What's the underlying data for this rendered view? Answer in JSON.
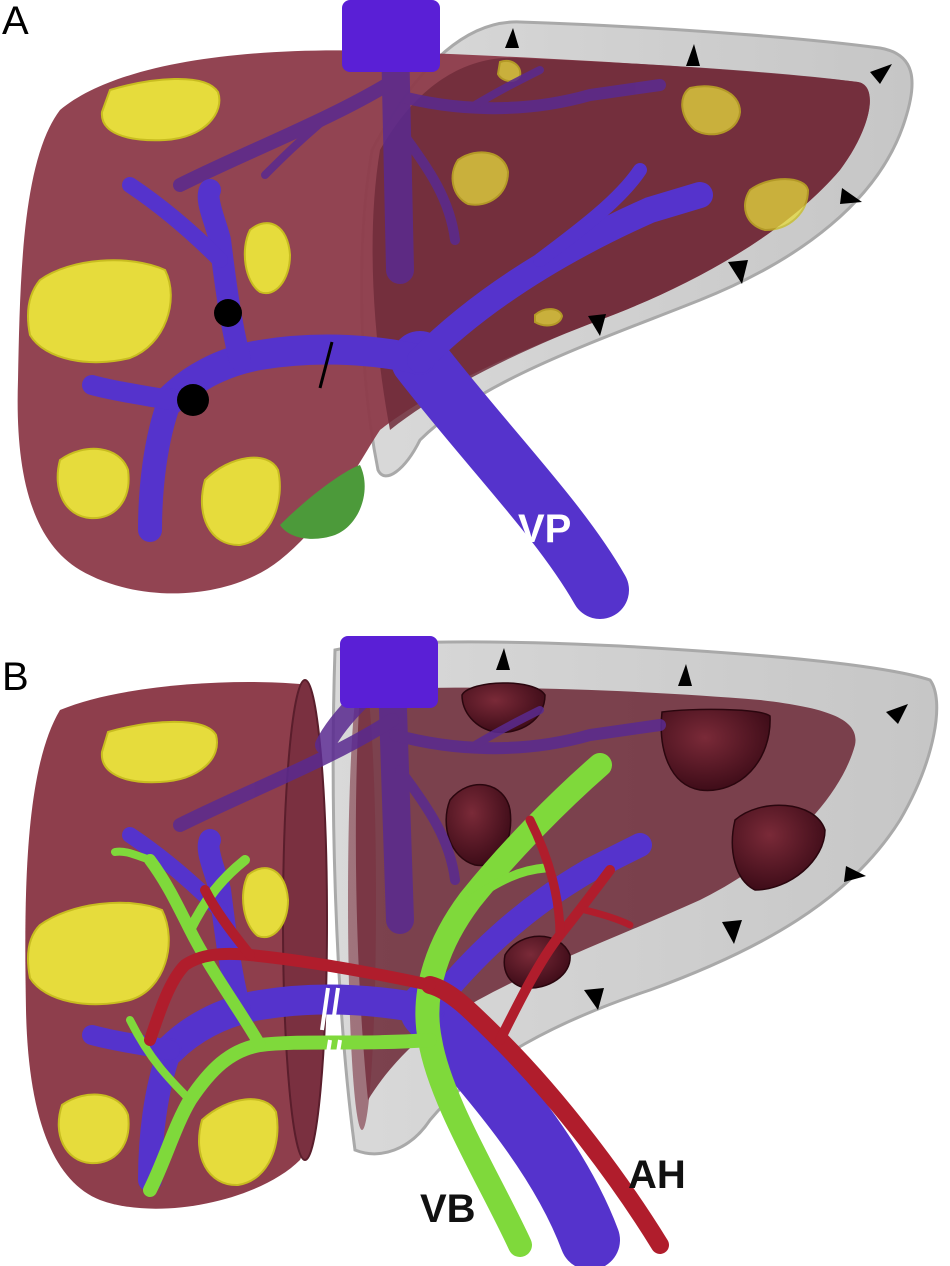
{
  "panels": [
    {
      "letter": "A",
      "labels": {
        "portal_vein": "VP"
      }
    },
    {
      "letter": "B",
      "labels": {
        "bile_duct": "VB",
        "hepatic_artery": "AH"
      }
    }
  ],
  "colors": {
    "liver": "#8e3e4c",
    "liver_dark": "#6e2c3a",
    "tumor": "#e6dc3c",
    "portal_vein": "#5533cc",
    "portal_vein_top": "#5a1fd6",
    "hepatic_artery": "#b01d2c",
    "bile_duct": "#7fd93b",
    "gallbladder": "#4c9a3a",
    "capsule": "#cfcfcf",
    "necrosis": "#4a101c"
  },
  "icons": [
    "arrowhead-marker-icon",
    "ligation-dot-icon",
    "transection-mark-icon"
  ]
}
